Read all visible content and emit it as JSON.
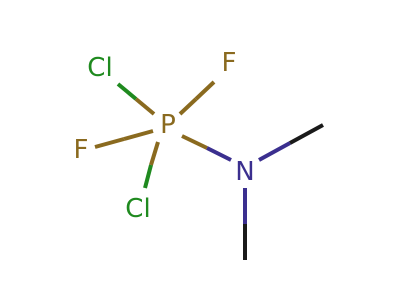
{
  "molecule": {
    "atoms": {
      "p": {
        "symbol": "P",
        "color": "#8a6a1f"
      },
      "n": {
        "symbol": "N",
        "color": "#3b2f8f"
      },
      "f_top": {
        "symbol": "F",
        "color": "#8a6a1f"
      },
      "f_left": {
        "symbol": "F",
        "color": "#8a6a1f"
      },
      "cl_top": {
        "symbol": "Cl",
        "color": "#1f8a1f"
      },
      "cl_bottom": {
        "symbol": "Cl",
        "color": "#1f8a1f"
      }
    },
    "colors": {
      "phosphorus": "#8a6a1f",
      "fluorine": "#8a6a1f",
      "chlorine": "#1f8a1f",
      "nitrogen": "#3b2f8f",
      "carbon": "#1a1a1a"
    }
  }
}
